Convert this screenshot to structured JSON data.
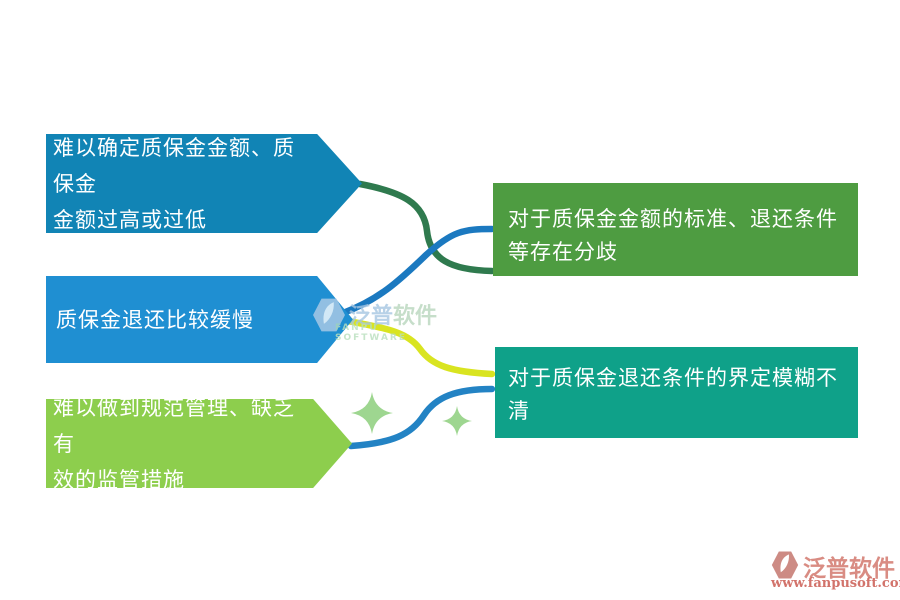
{
  "diagram": {
    "left_boxes": [
      {
        "label": "难以确定质保金金额、质保金\n金额过高或过低",
        "color": "#1184b5"
      },
      {
        "label": "质保金退还比较缓慢",
        "color": "#1f8fd2"
      },
      {
        "label": "难以做到规范管理、缺乏有\n效的监管措施",
        "color": "#8dce4d"
      }
    ],
    "right_boxes": [
      {
        "label": "对于质保金金额的标准、退还条件\n等存在分歧",
        "color": "#4e9c41"
      },
      {
        "label": "对于质保金退还条件的界定模糊不清",
        "color": "#0fa189"
      }
    ],
    "connectors": [
      {
        "name": "box1-to-rbox1",
        "color": "#2f7a4e"
      },
      {
        "name": "box2-to-rbox1",
        "color": "#1b79c0"
      },
      {
        "name": "box2-to-rbox2",
        "color": "#d9e420"
      },
      {
        "name": "box3-to-rbox2",
        "color": "#2383c4"
      }
    ],
    "sparkles": {
      "color": "#9ed690"
    }
  },
  "watermark": {
    "title_part1": "泛普",
    "title_part2": "软件",
    "subtitle": "FANPU SOFTWARE",
    "glyph_color": "#afcbe6"
  },
  "footer_logo": {
    "title": "泛普软件",
    "url": "www.fanpusoft.com",
    "glyph_color": "#cd8b84"
  }
}
